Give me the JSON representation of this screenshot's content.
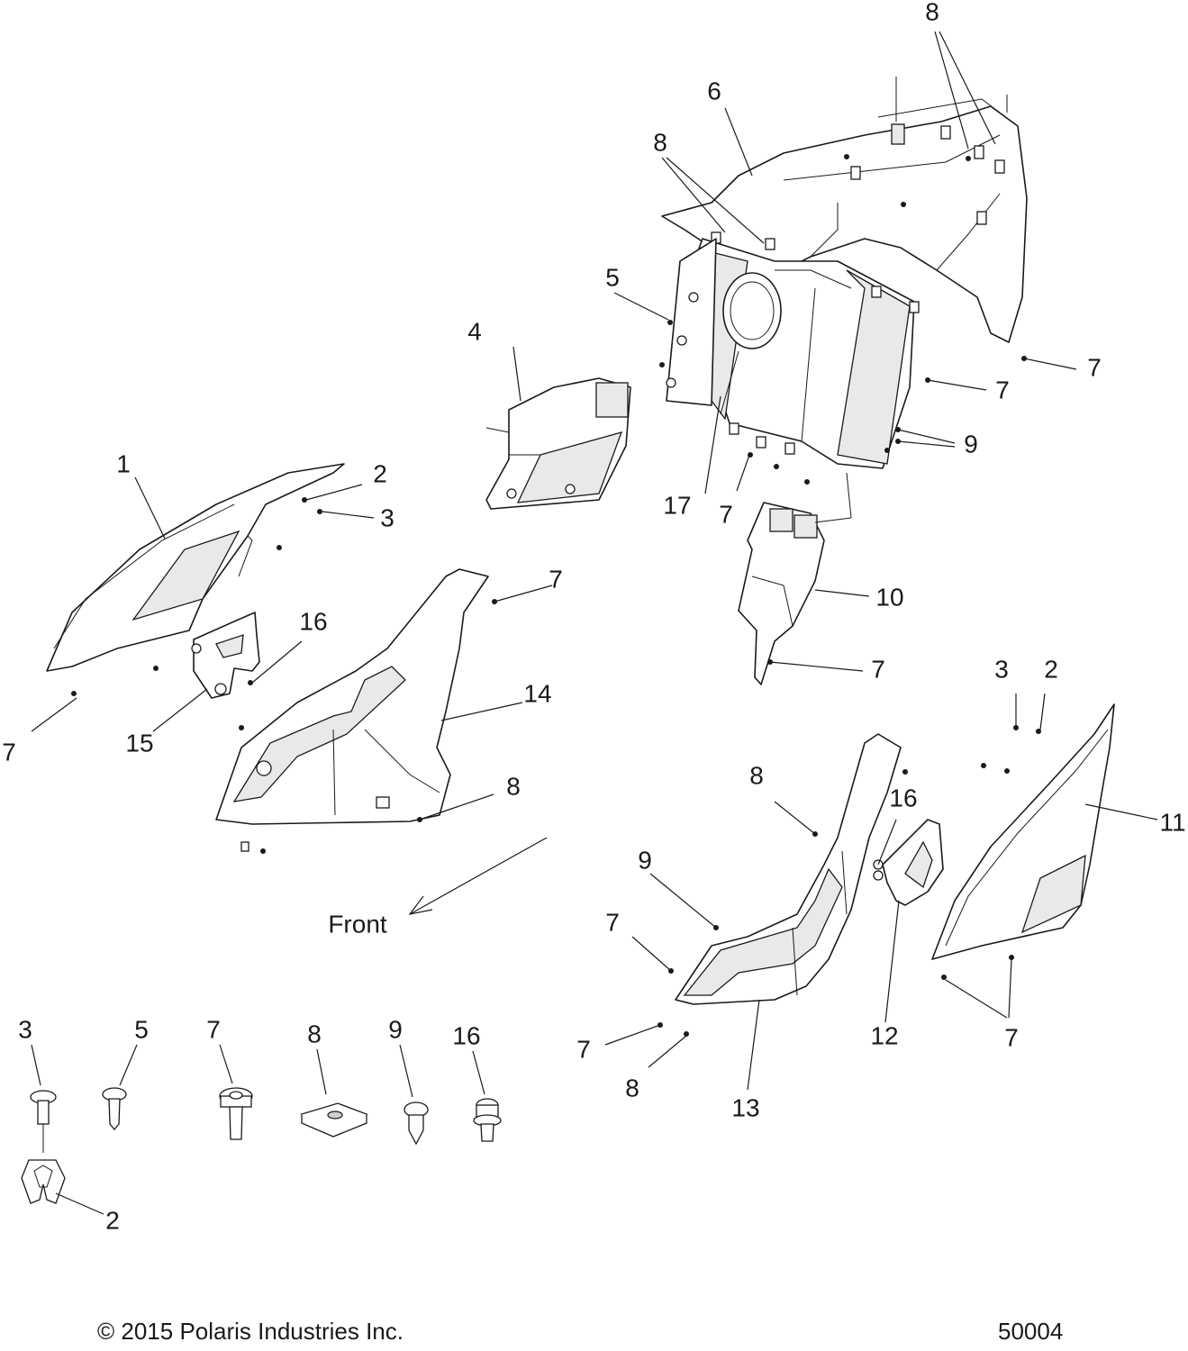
{
  "callouts": {
    "c1": "1",
    "c2a": "2",
    "c3a": "3",
    "c4": "4",
    "c5": "5",
    "c6": "6",
    "c7a": "7",
    "c7b": "7",
    "c7c": "7",
    "c7d": "7",
    "c7e": "7",
    "c7f": "7",
    "c7g": "7",
    "c7h": "7",
    "c7i": "7",
    "c8a": "8",
    "c8b": "8",
    "c8c": "8",
    "c8d": "8",
    "c8e": "8",
    "c9a": "9",
    "c9b": "9",
    "c10": "10",
    "c11": "11",
    "c12": "12",
    "c13": "13",
    "c14": "14",
    "c15": "15",
    "c16a": "16",
    "c16b": "16",
    "c17": "17",
    "c3b": "3",
    "c2b": "2"
  },
  "hardware_legend": {
    "h3": "3",
    "h5": "5",
    "h7": "7",
    "h8": "8",
    "h9": "9",
    "h16": "16",
    "h2": "2"
  },
  "front_label": "Front",
  "footer": {
    "copyright": "© 2015 Polaris Industries Inc.",
    "diagram_number": "50004"
  }
}
